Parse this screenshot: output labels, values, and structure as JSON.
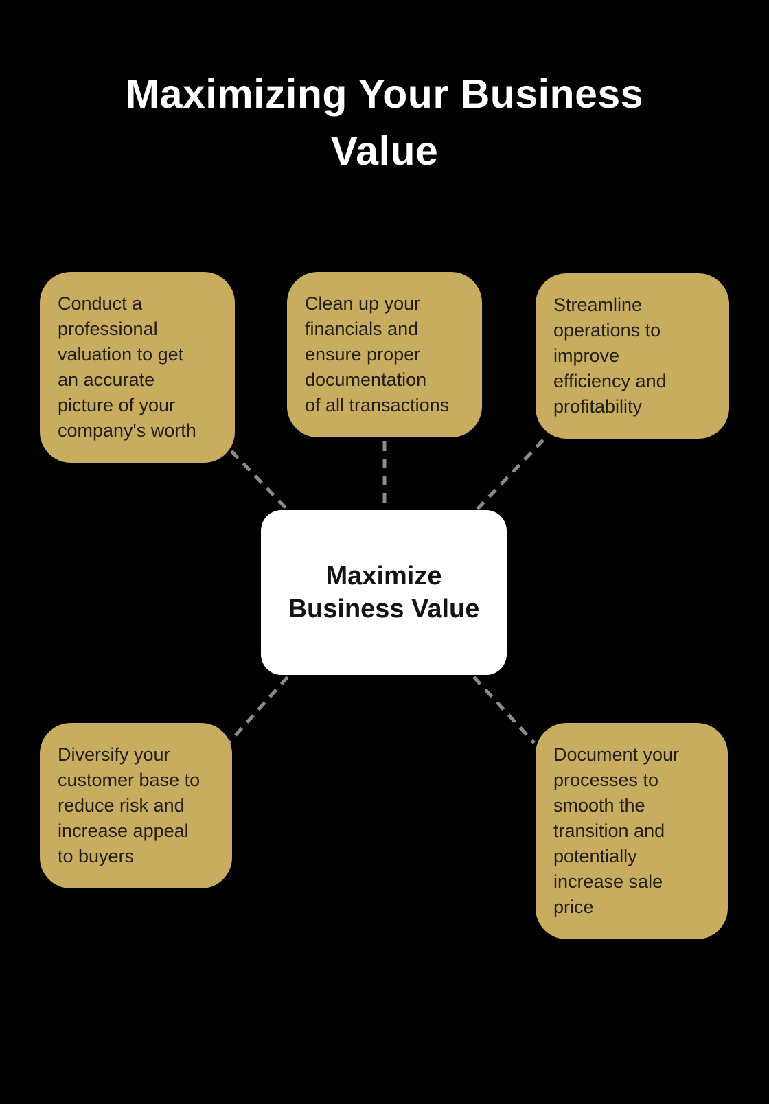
{
  "page": {
    "title": "Maximizing Your Business\nValue"
  },
  "center_node": {
    "label": "Maximize\nBusiness Value"
  },
  "branches": [
    {
      "id": "valuation",
      "text": "Conduct a\nprofessional\nvaluation to get\nan accurate\npicture of your\ncompany's worth"
    },
    {
      "id": "financials",
      "text": "Clean up your\nfinancials and\nensure proper\ndocumentation\nof all transactions"
    },
    {
      "id": "operations",
      "text": "Streamline\noperations to\nimprove\nefficiency and\nprofitability"
    },
    {
      "id": "customers",
      "text": "Diversify your\ncustomer base to\nreduce risk and\nincrease appeal\nto buyers"
    },
    {
      "id": "processes",
      "text": "Document your\nprocesses to\nsmooth the\ntransition and\npotentially\nincrease sale\nprice"
    }
  ],
  "colors": {
    "background": "#010101",
    "branch_fill": "#C8AC60",
    "branch_text": "#211F18",
    "center_fill": "#FFFFFF",
    "center_text": "#141414",
    "title_text": "#FFFFFF",
    "connector_color": "#8B8B8B"
  }
}
